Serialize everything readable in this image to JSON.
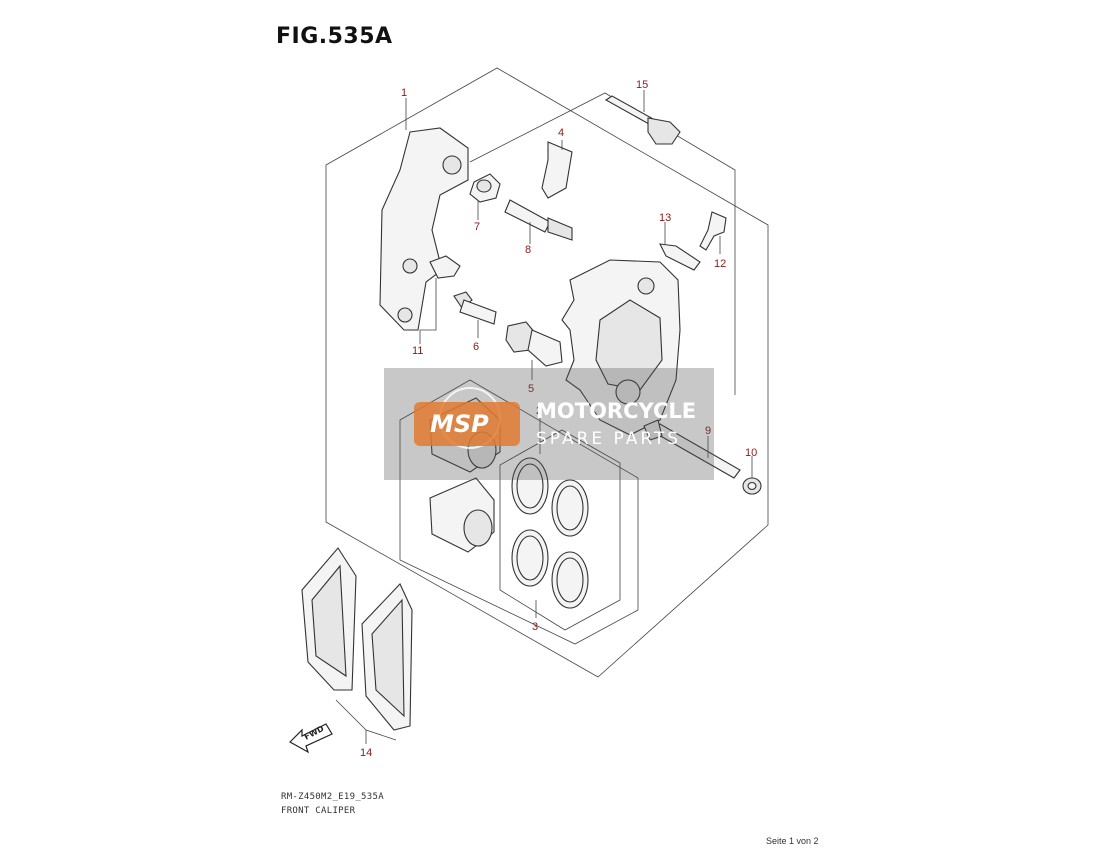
{
  "figure": {
    "title": "FIG.535A",
    "code": "RM-Z450M2_E19_535A",
    "name": "FRONT CALIPER",
    "page": "Seite 1 von 2"
  },
  "callouts": [
    "1",
    "2",
    "3",
    "4",
    "5",
    "6",
    "7",
    "8",
    "9",
    "10",
    "11",
    "12",
    "13",
    "14",
    "15"
  ],
  "direction_label": "FWD",
  "watermark": {
    "logo": "MSP",
    "line1": "MOTORCYCLE",
    "line2": "SPARE PARTS"
  },
  "colors": {
    "callout": "#8b1a1a",
    "line": "#444444",
    "watermark": "#555555",
    "watermark_logo": "#e07a30"
  }
}
